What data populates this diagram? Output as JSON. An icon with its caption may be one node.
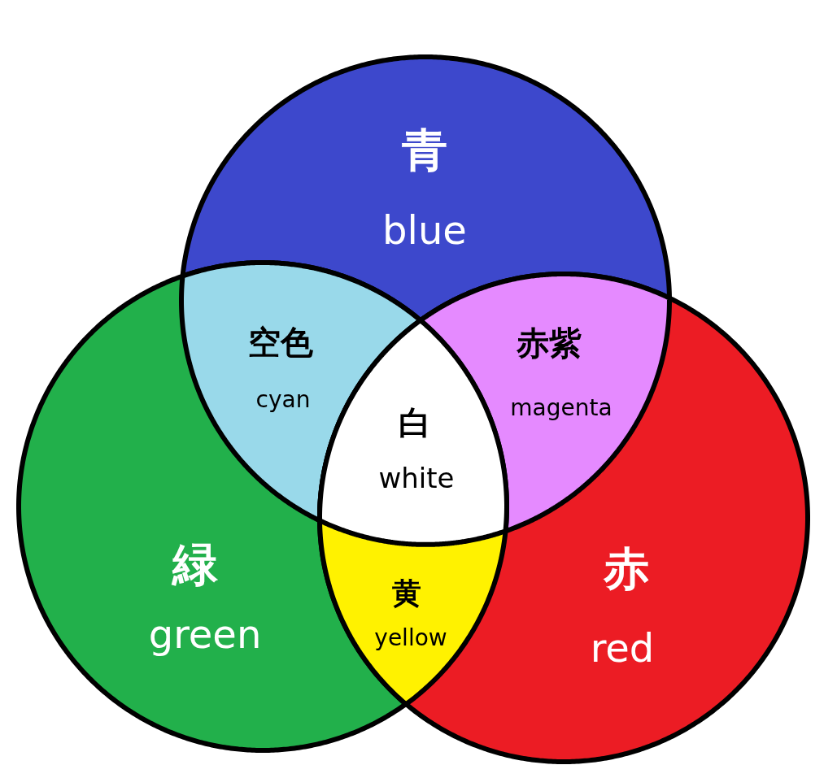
{
  "diagram": {
    "nodes": [
      {
        "text": [
          "青",
          "blue"
        ]
      },
      {
        "text": [
          "緑",
          "green"
        ]
      },
      {
        "text": [
          "赤",
          "red"
        ]
      },
      {
        "text": [
          "空色",
          "cyan"
        ]
      },
      {
        "text": [
          "赤紫",
          "magenta"
        ]
      },
      {
        "text": [
          "黄",
          "yellow"
        ]
      },
      {
        "text": [
          "白",
          "white"
        ]
      }
    ]
  }
}
